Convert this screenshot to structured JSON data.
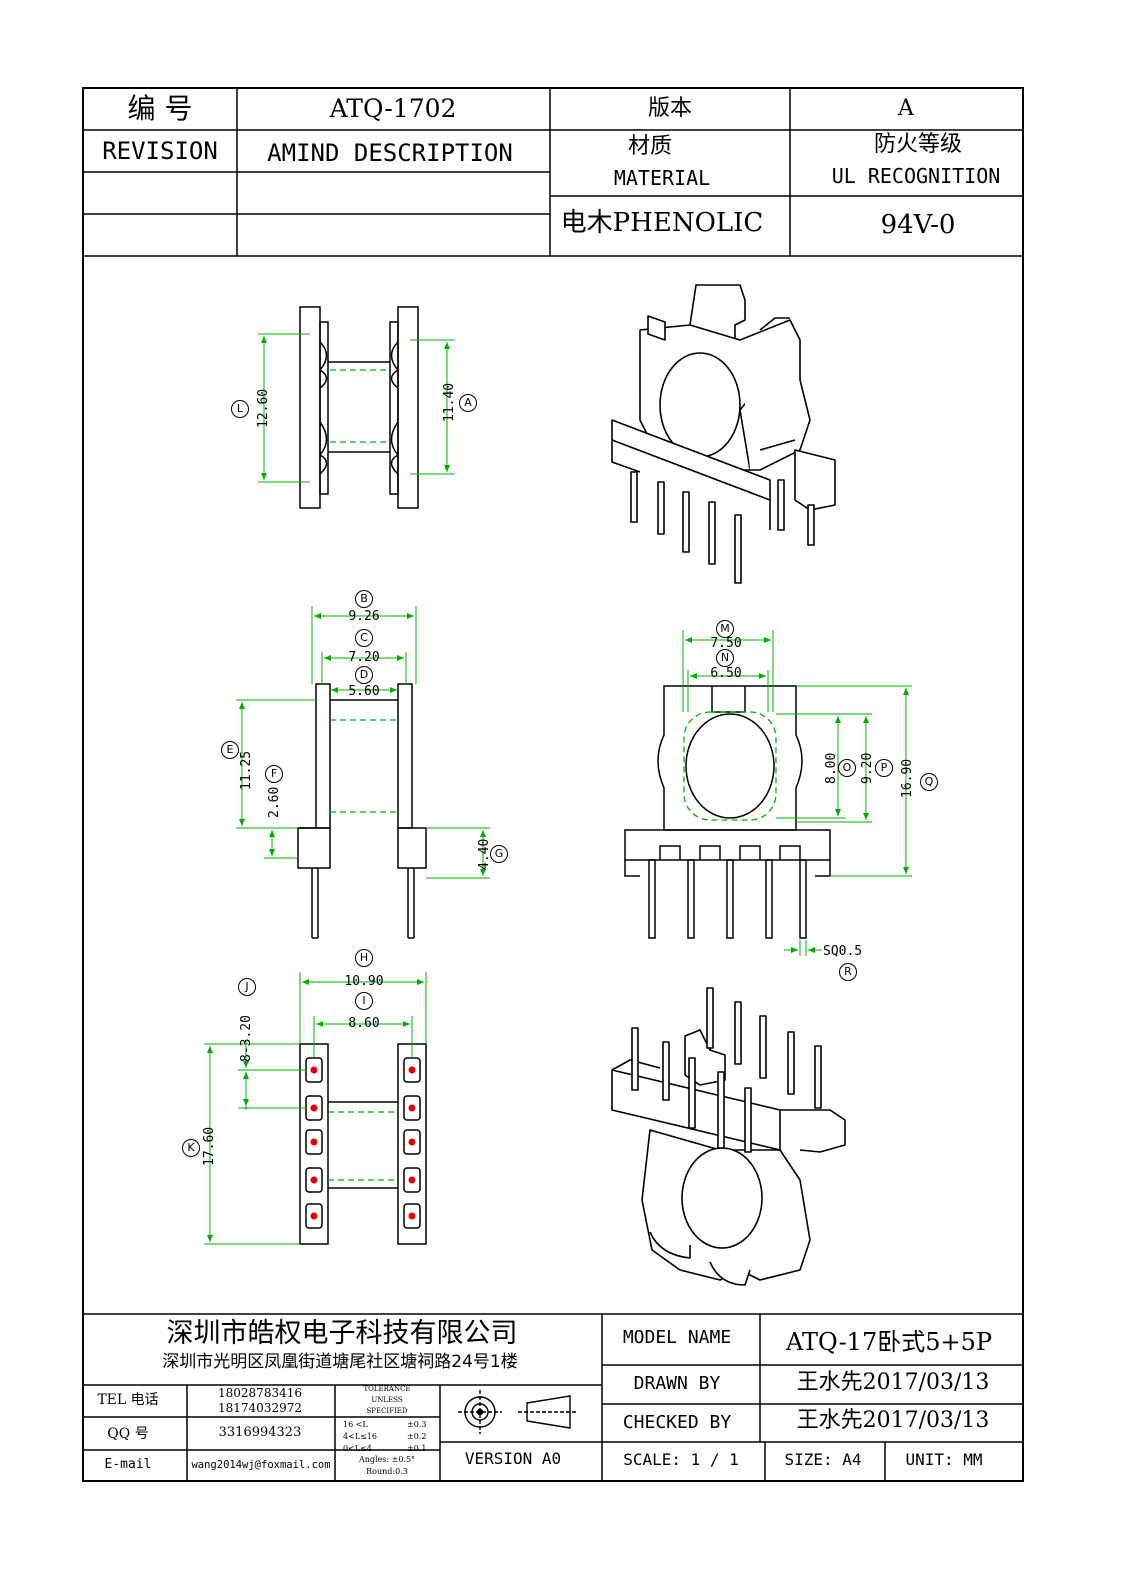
{
  "header": {
    "code_label": "编  号",
    "part_no": "ATQ-1702",
    "version_label": "版本",
    "version_value": "A",
    "revision_label": "REVISION",
    "amend_label": "AMIND DESCRIPTION",
    "material_cn": "材质",
    "material_en": "MATERIAL",
    "fire_cn": "防火等级",
    "fire_en": "UL RECOGNITION",
    "material_value": "电木PHENOLIC",
    "fire_value": "94V-0"
  },
  "dimensions": {
    "A": {
      "letter": "A",
      "value": "11.40"
    },
    "B": {
      "letter": "B",
      "value": "9.26"
    },
    "C": {
      "letter": "C",
      "value": "7.20"
    },
    "D": {
      "letter": "D",
      "value": "5.60"
    },
    "E": {
      "letter": "E",
      "value": "11.25"
    },
    "F": {
      "letter": "F",
      "value": "2.60"
    },
    "G": {
      "letter": "G",
      "value": "4.40"
    },
    "H": {
      "letter": "H",
      "value": "10.90"
    },
    "I": {
      "letter": "I",
      "value": "8.60"
    },
    "J": {
      "letter": "J",
      "value": "8-3.20"
    },
    "K": {
      "letter": "K",
      "value": "17.60"
    },
    "L": {
      "letter": "L",
      "value": "12.60"
    },
    "M": {
      "letter": "M",
      "value": "7.50"
    },
    "N": {
      "letter": "N",
      "value": "6.50"
    },
    "O": {
      "letter": "O",
      "value": "8.00"
    },
    "P": {
      "letter": "P",
      "value": "9.20"
    },
    "Q": {
      "letter": "Q",
      "value": "16.90"
    },
    "R": {
      "letter": "R",
      "value": "SQ0.5"
    }
  },
  "footer": {
    "company": "深圳市皓权电子科技有限公司",
    "address": "深圳市光明区凤凰街道塘尾社区塘祠路24号1楼",
    "tel_label": "TEL 电话",
    "tel_1": "18028783416",
    "tel_2": "18174032972",
    "qq_label": "QQ  号",
    "qq_value": "3316994323",
    "email_label": "E-mail",
    "email_value": "wang2014wj@foxmail.com",
    "tolerance_title_1": "TOLERANCE",
    "tolerance_title_2": "UNLESS",
    "tolerance_title_3": "SPECIFIED",
    "tol_row1_range": "16 <L",
    "tol_row1_val": "±0.3",
    "tol_row2_range": "4<L≤16",
    "tol_row2_val": "±0.2",
    "tol_row3_range": "0<L≤4",
    "tol_row3_val": "±0.1",
    "tol_angles": "Angles: ±0.5°",
    "tol_round": "Round:0.3",
    "version": "VERSION A0",
    "model_label": "MODEL NAME",
    "model_value": "ATQ-17卧式5+5P",
    "drawn_label": "DRAWN BY",
    "drawn_value": "王水先2017/03/13",
    "checked_label": "CHECKED BY",
    "checked_value": "王水先2017/03/13",
    "scale": "SCALE: 1 / 1",
    "size": "SIZE: A4",
    "unit": "UNIT: MM"
  },
  "colors": {
    "line": "#000000",
    "dimension": "#00b000",
    "pin": "#e00000"
  }
}
